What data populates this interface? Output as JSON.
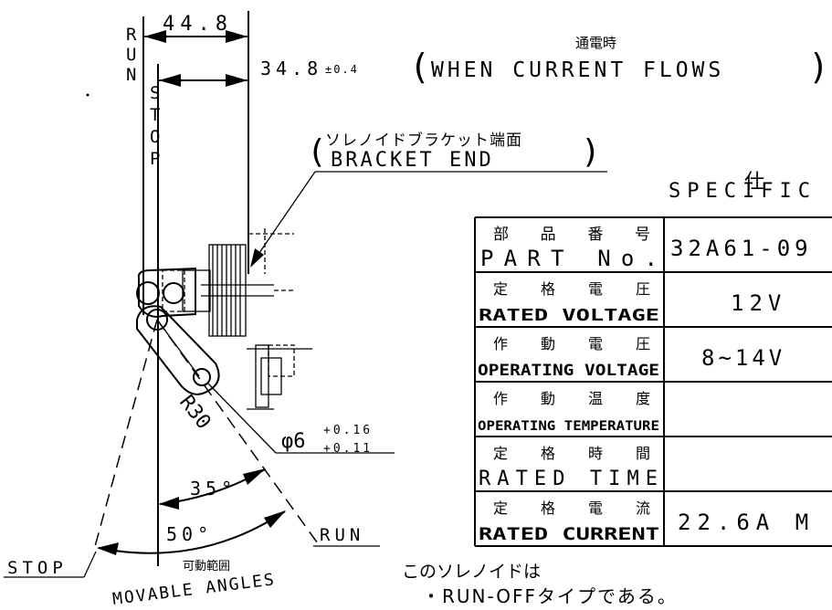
{
  "dimensions": {
    "dim_top": "44.8",
    "dim_flow": "34.8",
    "dim_flow_tol": "±0.4",
    "flow_jp": "通電時",
    "flow_en": "WHEN  CURRENT  FLOWS",
    "bracket_jp": "ソレノイドブラケット端面",
    "bracket_en": "BRACKET  END",
    "radius": "R30",
    "hole_dia": "φ6",
    "hole_tol_upper": "+0.16",
    "hole_tol_lower": "+0.11",
    "angle_small": "35°",
    "angle_large": "50°"
  },
  "labels": {
    "run_vertical": "RUN",
    "stop_vertical": "STOP",
    "run_leader": "RUN",
    "stop_leader": "STOP",
    "movable_jp": "可動範囲",
    "movable_en": "MOVABLE ANGLES"
  },
  "spec": {
    "title_jp": "仕",
    "title_en": "SPECIFIC",
    "rows": [
      {
        "jp": "部 品 番 号",
        "en": "PART No.",
        "value": "32A61-09"
      },
      {
        "jp": "定 格 電 圧",
        "en": "RATED VOLTAGE",
        "value": "12V"
      },
      {
        "jp": "作 動 電 圧",
        "en": "OPERATING VOLTAGE",
        "value": "8~14V"
      },
      {
        "jp": "作 動 温 度",
        "en": "OPERATING TEMPERATURE",
        "value": ""
      },
      {
        "jp": "定 格 時 間",
        "en": "RATED TIME",
        "value": ""
      },
      {
        "jp": "定 格 電 流",
        "en": "RATED CURRENT",
        "value": "22.6A M"
      }
    ]
  },
  "note": {
    "line1": "このソレノイドは",
    "line2": "・RUN-OFFタイプである。"
  }
}
